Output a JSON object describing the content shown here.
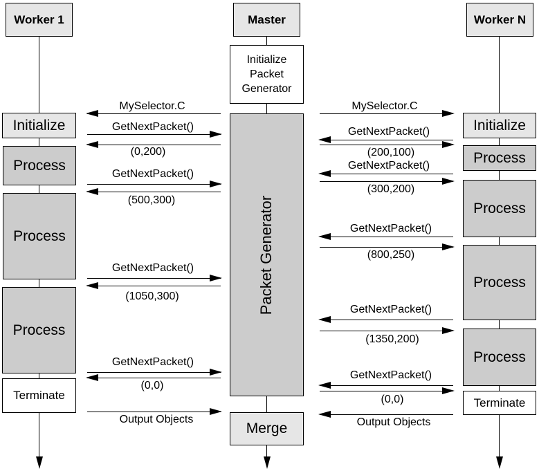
{
  "participants": {
    "worker1": "Worker 1",
    "master": "Master",
    "workerN": "Worker N"
  },
  "master": {
    "init_lines": [
      "Initialize",
      "Packet",
      "Generator"
    ],
    "packet_generator": "Packet Generator",
    "merge": "Merge"
  },
  "worker1": {
    "activities": [
      "Initialize",
      "Process",
      "Process",
      "Process",
      "Terminate"
    ]
  },
  "workerN": {
    "activities": [
      "Initialize",
      "Process",
      "Process",
      "Process",
      "Process",
      "Terminate"
    ]
  },
  "messages_left": [
    {
      "label": "MySelector.C",
      "direction": "to-worker"
    },
    {
      "label": "GetNextPacket()",
      "direction": "to-master"
    },
    {
      "label": "(0,200)",
      "direction": "to-worker"
    },
    {
      "label": "GetNextPacket()",
      "direction": "to-master"
    },
    {
      "label": "(500,300)",
      "direction": "to-worker"
    },
    {
      "label": "GetNextPacket()",
      "direction": "to-master"
    },
    {
      "label": "(1050,300)",
      "direction": "to-worker"
    },
    {
      "label": "GetNextPacket()",
      "direction": "to-master"
    },
    {
      "label": "(0,0)",
      "direction": "to-worker"
    },
    {
      "label": "Output Objects",
      "direction": "to-master"
    }
  ],
  "messages_right": [
    {
      "label": "MySelector.C",
      "direction": "to-worker"
    },
    {
      "label": "GetNextPacket()",
      "direction": "to-master"
    },
    {
      "label": "(200,100)",
      "direction": "to-worker"
    },
    {
      "label": "GetNextPacket()",
      "direction": "to-master"
    },
    {
      "label": "(300,200)",
      "direction": "to-worker"
    },
    {
      "label": "GetNextPacket()",
      "direction": "to-master"
    },
    {
      "label": "(800,250)",
      "direction": "to-worker"
    },
    {
      "label": "GetNextPacket()",
      "direction": "to-master"
    },
    {
      "label": "(1350,200)",
      "direction": "to-worker"
    },
    {
      "label": "GetNextPacket()",
      "direction": "to-master"
    },
    {
      "label": "(0,0)",
      "direction": "to-worker"
    },
    {
      "label": "Output Objects",
      "direction": "to-master"
    }
  ]
}
